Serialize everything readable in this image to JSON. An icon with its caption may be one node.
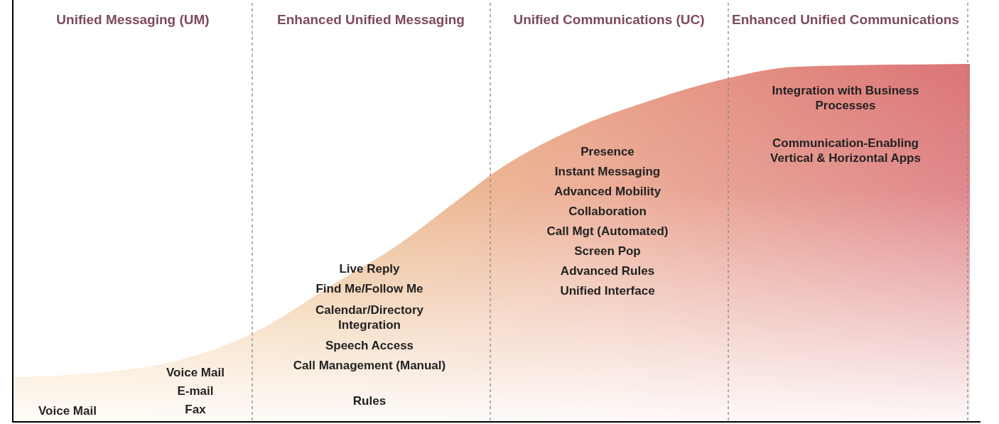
{
  "diagram": {
    "labels": [
      "Unified Messaging (UM)",
      "Enhanced Unified Messaging",
      "Unified Communications (UC)",
      "Enhanced Unified Communications",
      "Voice Mail",
      "Voice Mail",
      "E-mail",
      "Fax",
      "Live Reply",
      "Find Me/Follow Me",
      "Calendar/Directory Integration",
      "Speech Access",
      "Call Management (Manual)",
      "Rules",
      "Presence",
      "Instant Messaging",
      "Advanced Mobility",
      "Collaboration",
      "Call Mgt (Automated)",
      "Screen Pop",
      "Advanced Rules",
      "Unified Interface",
      "Integration with Business Processes",
      "Communication-Enabling Vertical & Horizontal Apps"
    ]
  }
}
